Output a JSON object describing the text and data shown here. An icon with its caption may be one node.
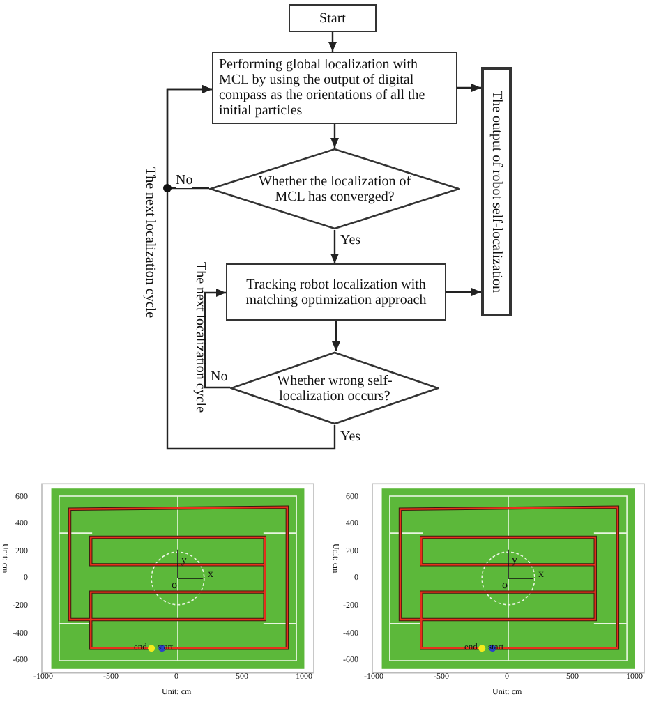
{
  "diagram": {
    "nodes": [
      {
        "text": [
          "Start"
        ]
      },
      {
        "text": [
          "Performing global localization with MCL by using the output of digital compass as the orientations of all the initial particles"
        ]
      },
      {
        "text": [
          "Whether the localization of MCL has converged?"
        ]
      },
      {
        "text": [
          "Tracking robot localization with matching optimization approach"
        ]
      },
      {
        "text": [
          "Whether wrong self-localization occurs?"
        ]
      },
      {
        "text": [
          "The output of robot self-localization"
        ]
      }
    ],
    "edges": [
      {
        "from": 0,
        "to": 1,
        "arrow": "to"
      },
      {
        "from": 1,
        "to": 2,
        "arrow": "to"
      },
      {
        "from": 2,
        "to": 3,
        "arrow": "to",
        "label": "Yes"
      },
      {
        "from": 2,
        "to": 1,
        "arrow": "to",
        "label": "No"
      },
      {
        "from": 3,
        "to": 4,
        "arrow": "to"
      },
      {
        "from": 4,
        "to": 3,
        "arrow": "to",
        "label": "No"
      },
      {
        "from": 4,
        "to": 1,
        "arrow": "to",
        "label": "Yes"
      },
      {
        "from": 1,
        "to": 5,
        "arrow": "to"
      },
      {
        "from": 3,
        "to": 5,
        "arrow": "to"
      }
    ],
    "labels": [
      "The next localization cycle",
      "The next localization cycle",
      "600",
      "400",
      "200",
      "0",
      "-200",
      "-400",
      "-600",
      "-1000",
      "-500",
      "0",
      "500",
      "1000",
      "Unit: cm",
      "Unit: cm",
      "y",
      "x",
      "o",
      "end",
      "start",
      "600",
      "400",
      "200",
      "0",
      "-200",
      "-400",
      "-600",
      "-1000",
      "-500",
      "0",
      "500",
      "1000",
      "Unit: cm",
      "Unit: cm",
      "y",
      "x",
      "o",
      "end",
      "start"
    ]
  }
}
